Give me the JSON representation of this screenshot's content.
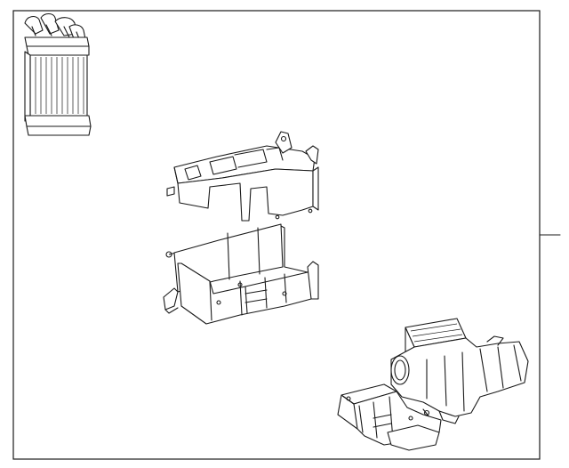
{
  "diagram": {
    "background": "#ffffff",
    "line_color": "#1a1a1a",
    "parts": [
      {
        "id": "heater-core"
      },
      {
        "id": "upper-case"
      },
      {
        "id": "lower-case"
      },
      {
        "id": "blower-duct"
      },
      {
        "id": "bracket-duct"
      }
    ]
  }
}
